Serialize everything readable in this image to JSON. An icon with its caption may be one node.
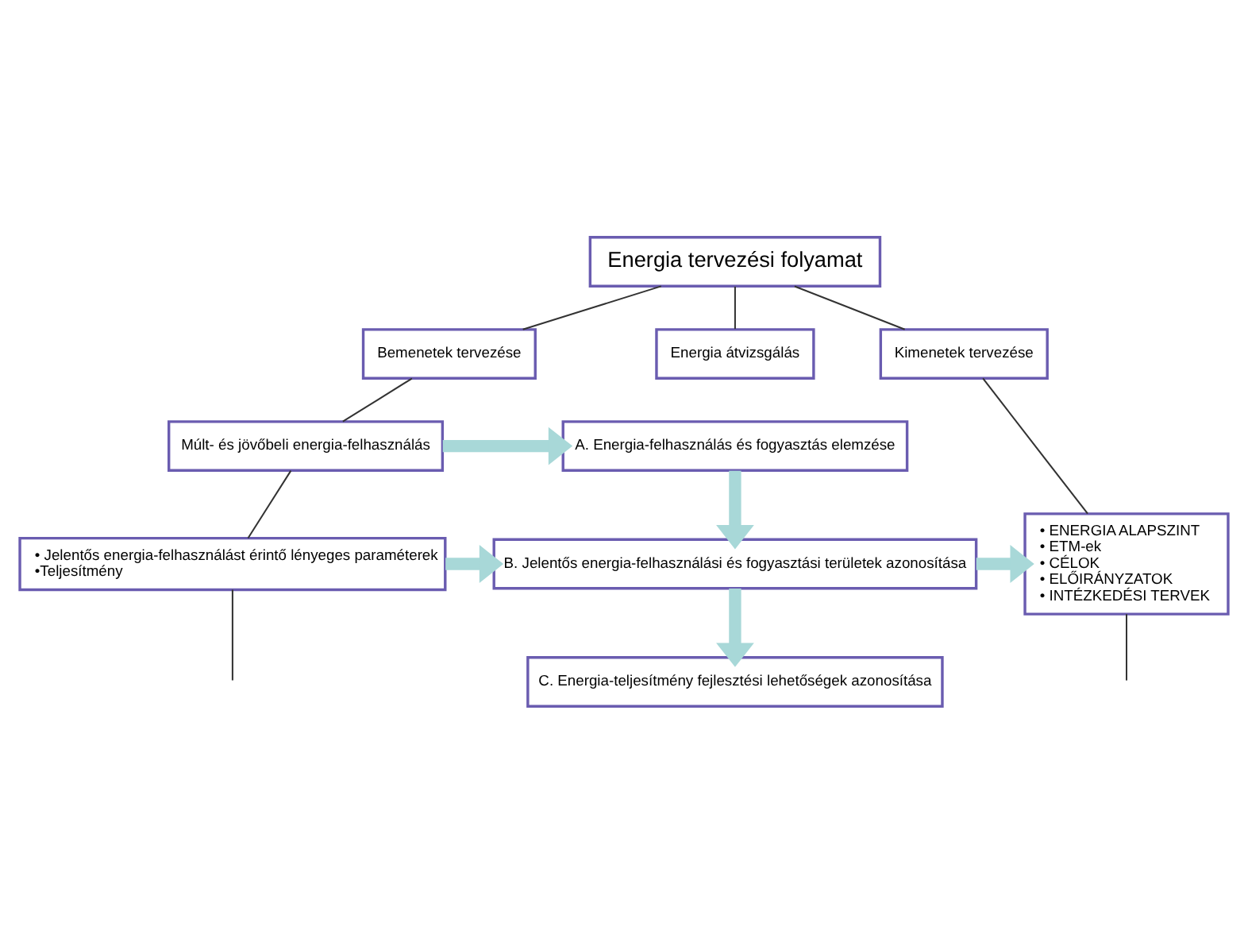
{
  "diagram": {
    "nodes": [
      {
        "text": [
          "Energia tervezési folyamat"
        ]
      },
      {
        "text": [
          "Bemenetek tervezése"
        ]
      },
      {
        "text": [
          "Energia átvizsgálás"
        ]
      },
      {
        "text": [
          "Kimenetek tervezése"
        ]
      },
      {
        "text": [
          "Múlt- és jövőbeli energia-felhasználás"
        ]
      },
      {
        "text": [
          "A. Energia-felhasználás és fogyasztás elemzése"
        ]
      },
      {
        "text": [
          "• Jelentős energia-felhasználást érintő lényeges paraméterek",
          "•Teljesítmény"
        ]
      },
      {
        "text": [
          "B. Jelentős energia-felhasználási és fogyasztási területek azonosítása"
        ]
      },
      {
        "text": [
          "C. Energia-teljesítmény fejlesztési lehetőségek azonosítása"
        ]
      },
      {
        "text": [
          "• ENERGIA ALAPSZINT",
          "• ETM-ek",
          "• CÉLOK",
          "• ELŐIRÁNYZATOK",
          "• INTÉZKEDÉSI TERVEK"
        ]
      }
    ],
    "edges": [
      {
        "from": 0,
        "to": 1,
        "arrow": "none"
      },
      {
        "from": 0,
        "to": 2,
        "arrow": "none"
      },
      {
        "from": 0,
        "to": 3,
        "arrow": "none"
      },
      {
        "from": 1,
        "to": 4,
        "arrow": "none"
      },
      {
        "from": 4,
        "to": 6,
        "arrow": "none"
      },
      {
        "from": 6,
        "to": null,
        "arrow": "none"
      },
      {
        "from": 3,
        "to": 9,
        "arrow": "none"
      },
      {
        "from": 9,
        "to": null,
        "arrow": "none"
      },
      {
        "from": 4,
        "to": 5,
        "arrow": "to",
        "style": "thick",
        "color": "#a8d8d8"
      },
      {
        "from": 5,
        "to": 7,
        "arrow": "to",
        "style": "thick",
        "color": "#a8d8d8"
      },
      {
        "from": 6,
        "to": 7,
        "arrow": "to",
        "style": "thick",
        "color": "#a8d8d8"
      },
      {
        "from": 7,
        "to": 8,
        "arrow": "to",
        "style": "thick",
        "color": "#a8d8d8"
      },
      {
        "from": 7,
        "to": 9,
        "arrow": "to",
        "style": "thick",
        "color": "#a8d8d8"
      }
    ]
  }
}
